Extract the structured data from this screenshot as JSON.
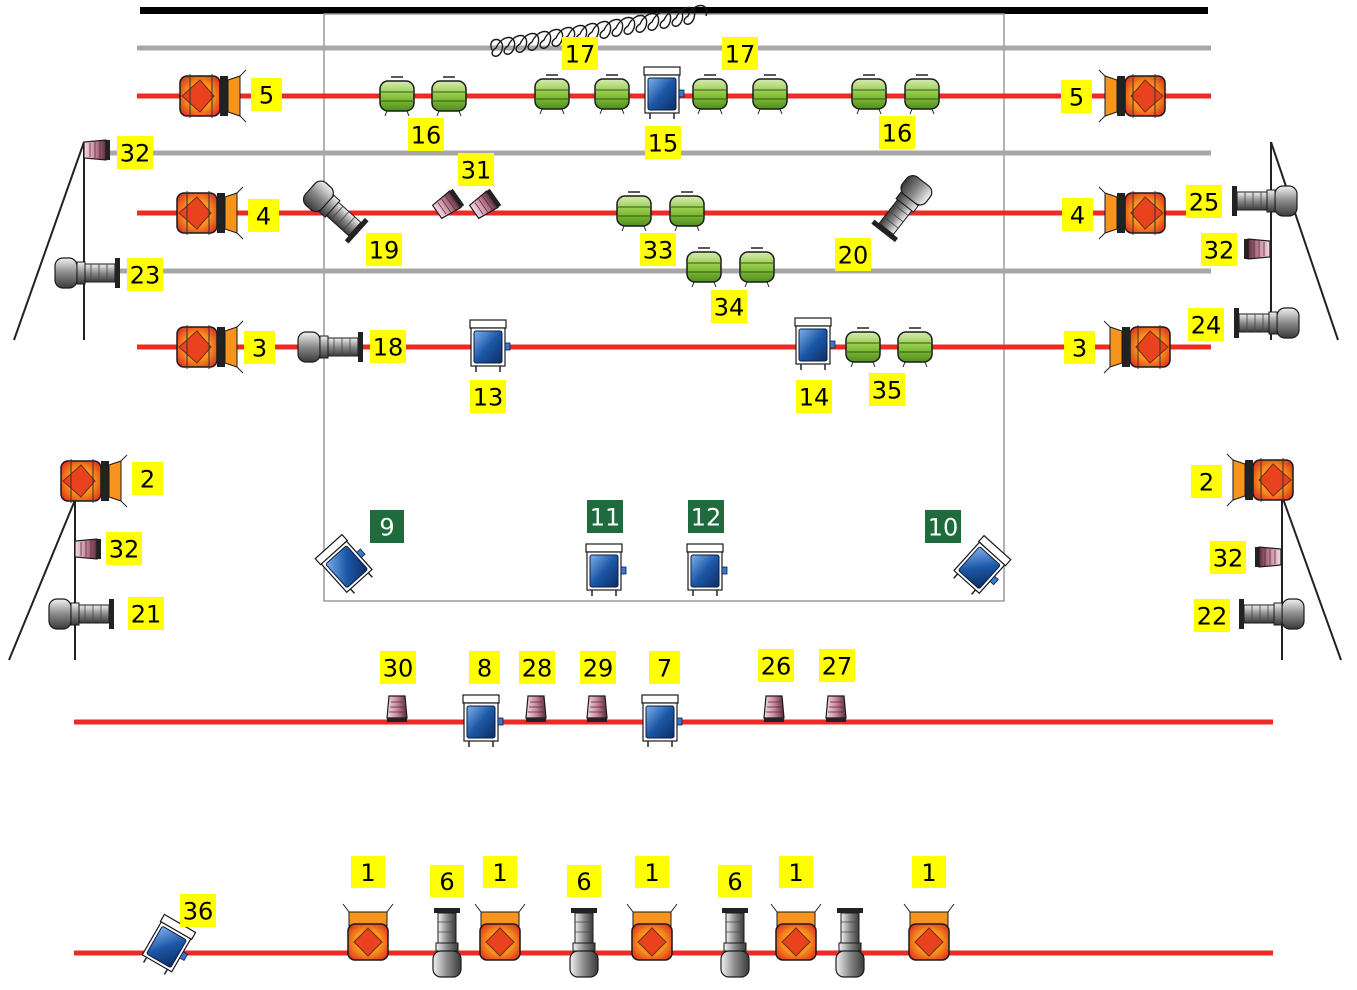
{
  "colors": {
    "background": "#ffffff",
    "pipe_red": "#ee2a24",
    "pipe_gray": "#a7a7a7",
    "top_bar": "#000000",
    "stage_outline": "#9a9a9a",
    "label_yellow": "#ffff00",
    "label_green": "#1f6b3d",
    "fresnel_orange": "#f7941d",
    "fresnel_core": "#e8431e",
    "flood_green": "#8dc63f",
    "moving_head_blue": "#1c57a6",
    "profile_gray": "#9d9d9d",
    "par_pink": "#d7a1b6"
  },
  "labels": [
    {
      "text": "5",
      "kind": "yellow",
      "for": "fresnel-5-left"
    },
    {
      "text": "16",
      "kind": "yellow",
      "for": "flood-16-left"
    },
    {
      "text": "17",
      "kind": "yellow",
      "for": "flood-17-left"
    },
    {
      "text": "17",
      "kind": "yellow",
      "for": "flood-17-right"
    },
    {
      "text": "15",
      "kind": "yellow",
      "for": "moving-head-15"
    },
    {
      "text": "16",
      "kind": "yellow",
      "for": "flood-16-right"
    },
    {
      "text": "5",
      "kind": "yellow",
      "for": "fresnel-5-right"
    },
    {
      "text": "32",
      "kind": "yellow",
      "for": "par-32-upper-left"
    },
    {
      "text": "31",
      "kind": "yellow",
      "for": "par-31"
    },
    {
      "text": "4",
      "kind": "yellow",
      "for": "fresnel-4-left"
    },
    {
      "text": "19",
      "kind": "yellow",
      "for": "profile-19"
    },
    {
      "text": "33",
      "kind": "yellow",
      "for": "flood-33"
    },
    {
      "text": "20",
      "kind": "yellow",
      "for": "profile-20"
    },
    {
      "text": "4",
      "kind": "yellow",
      "for": "fresnel-4-right"
    },
    {
      "text": "25",
      "kind": "yellow",
      "for": "profile-25"
    },
    {
      "text": "32",
      "kind": "yellow",
      "for": "par-32-upper-right"
    },
    {
      "text": "23",
      "kind": "yellow",
      "for": "profile-23"
    },
    {
      "text": "34",
      "kind": "yellow",
      "for": "flood-34"
    },
    {
      "text": "24",
      "kind": "yellow",
      "for": "profile-24"
    },
    {
      "text": "3",
      "kind": "yellow",
      "for": "fresnel-3-left"
    },
    {
      "text": "18",
      "kind": "yellow",
      "for": "profile-18"
    },
    {
      "text": "13",
      "kind": "yellow",
      "for": "moving-head-13"
    },
    {
      "text": "14",
      "kind": "yellow",
      "for": "moving-head-14"
    },
    {
      "text": "35",
      "kind": "yellow",
      "for": "flood-35"
    },
    {
      "text": "3",
      "kind": "yellow",
      "for": "fresnel-3-right"
    },
    {
      "text": "2",
      "kind": "yellow",
      "for": "fresnel-2-left"
    },
    {
      "text": "2",
      "kind": "yellow",
      "for": "fresnel-2-right"
    },
    {
      "text": "32",
      "kind": "yellow",
      "for": "par-32-lower-left"
    },
    {
      "text": "32",
      "kind": "yellow",
      "for": "par-32-lower-right"
    },
    {
      "text": "21",
      "kind": "yellow",
      "for": "profile-21"
    },
    {
      "text": "22",
      "kind": "yellow",
      "for": "profile-22"
    },
    {
      "text": "9",
      "kind": "green",
      "for": "moving-head-9"
    },
    {
      "text": "11",
      "kind": "green",
      "for": "moving-head-11"
    },
    {
      "text": "12",
      "kind": "green",
      "for": "moving-head-12"
    },
    {
      "text": "10",
      "kind": "green",
      "for": "moving-head-10"
    },
    {
      "text": "30",
      "kind": "yellow",
      "for": "par-30"
    },
    {
      "text": "8",
      "kind": "yellow",
      "for": "moving-head-8"
    },
    {
      "text": "28",
      "kind": "yellow",
      "for": "par-28"
    },
    {
      "text": "29",
      "kind": "yellow",
      "for": "par-29"
    },
    {
      "text": "7",
      "kind": "yellow",
      "for": "moving-head-7"
    },
    {
      "text": "26",
      "kind": "yellow",
      "for": "par-26"
    },
    {
      "text": "27",
      "kind": "yellow",
      "for": "par-27"
    },
    {
      "text": "1",
      "kind": "yellow",
      "for": "fresnel-1-a"
    },
    {
      "text": "6",
      "kind": "yellow",
      "for": "profile-6-a"
    },
    {
      "text": "1",
      "kind": "yellow",
      "for": "fresnel-1-b"
    },
    {
      "text": "6",
      "kind": "yellow",
      "for": "profile-6-b"
    },
    {
      "text": "1",
      "kind": "yellow",
      "for": "fresnel-1-c"
    },
    {
      "text": "6",
      "kind": "yellow",
      "for": "profile-6-c"
    },
    {
      "text": "1",
      "kind": "yellow",
      "for": "fresnel-1-d"
    },
    {
      "text": "1",
      "kind": "yellow",
      "for": "fresnel-1-e"
    },
    {
      "text": "36",
      "kind": "yellow",
      "for": "moving-head-36"
    }
  ]
}
